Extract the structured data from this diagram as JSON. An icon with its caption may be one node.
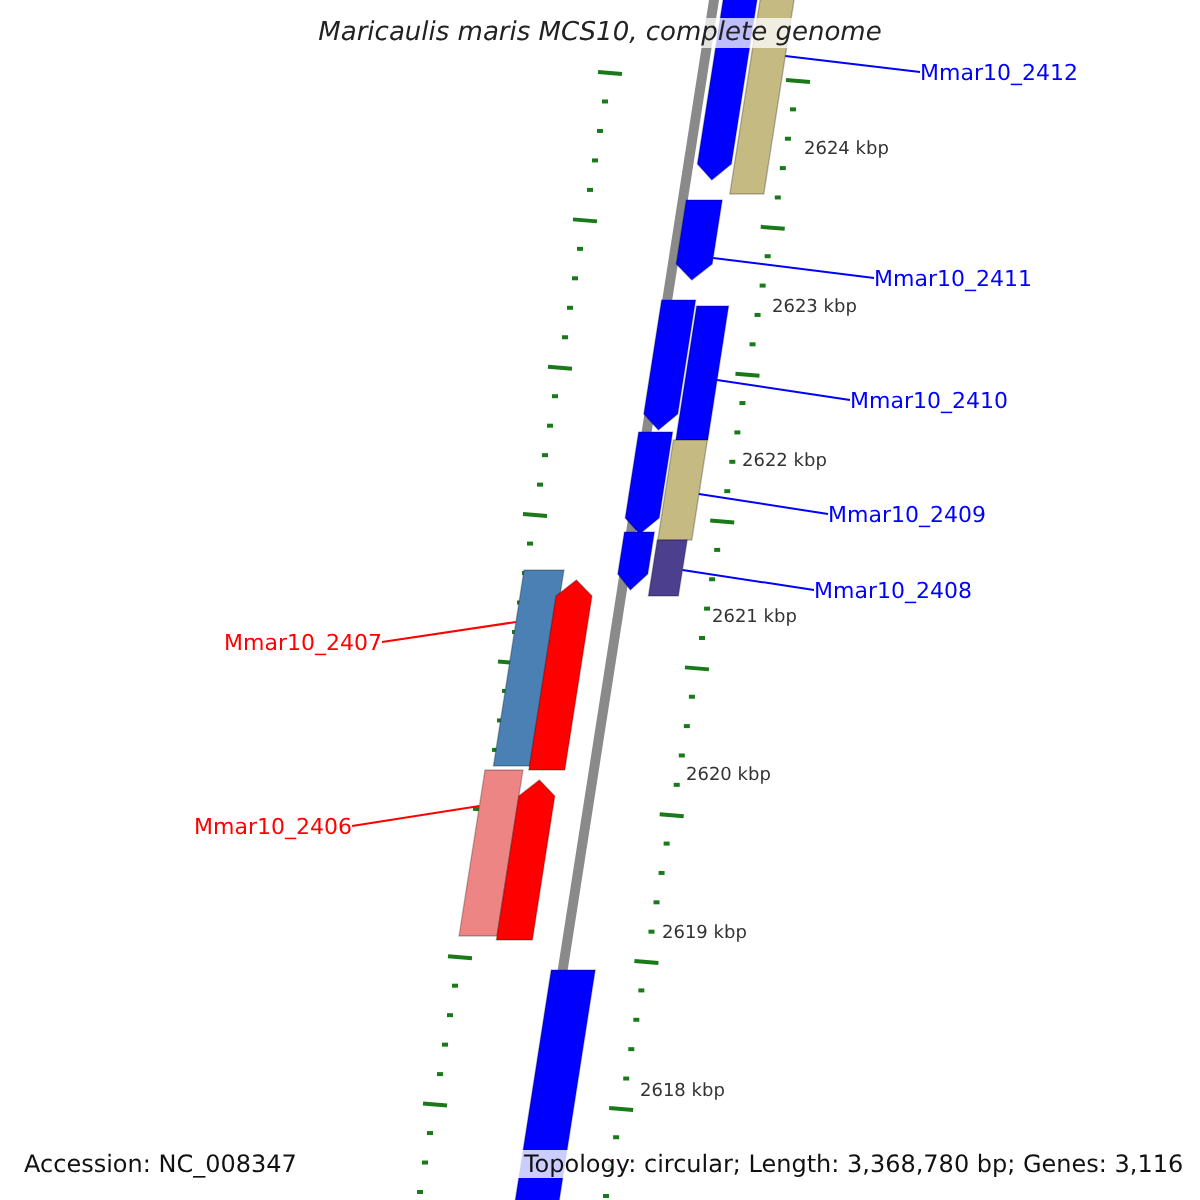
{
  "diagram": {
    "title": "Maricaulis maris MCS10, complete genome",
    "nodes": [
      {
        "text": [
          "Mmar10_2412"
        ]
      },
      {
        "text": [
          "Mmar10_2411"
        ]
      },
      {
        "text": [
          "Mmar10_2410"
        ]
      },
      {
        "text": [
          "Mmar10_2409"
        ]
      },
      {
        "text": [
          "Mmar10_2408"
        ]
      },
      {
        "text": [
          "Mmar10_2407"
        ]
      },
      {
        "text": [
          "Mmar10_2406"
        ]
      },
      {
        "text": [],
        "shape": "bar"
      },
      {
        "text": [],
        "shape": "bar"
      },
      {
        "text": [],
        "shape": "bar"
      },
      {
        "text": [],
        "shape": "bar"
      },
      {
        "text": [],
        "shape": "bar"
      },
      {
        "text": [],
        "shape": "bar"
      },
      {
        "text": [],
        "shape": "bar"
      },
      {
        "text": [],
        "shape": "bar"
      },
      {
        "text": [],
        "shape": "bar"
      },
      {
        "text": [],
        "shape": "bar"
      },
      {
        "text": [],
        "shape": "bar"
      },
      {
        "text": [],
        "shape": "bar"
      },
      {
        "text": [],
        "shape": "bar"
      },
      {
        "text": [],
        "shape": "bar"
      }
    ],
    "edges": [
      {
        "from": 0,
        "to": 8,
        "arrow": "none"
      },
      {
        "from": 1,
        "to": 9,
        "arrow": "none"
      },
      {
        "from": 2,
        "to": 11,
        "arrow": "none"
      },
      {
        "from": 3,
        "to": 13,
        "arrow": "none"
      },
      {
        "from": 4,
        "to": 15,
        "arrow": "none"
      },
      {
        "from": 5,
        "to": 16,
        "arrow": "none",
        "color": "#ff0000"
      },
      {
        "from": 6,
        "to": 18,
        "arrow": "none",
        "color": "#ff0000"
      }
    ],
    "labels": [
      "2624 kbp",
      "2623 kbp",
      "2622 kbp",
      "2621 kbp",
      "2620 kbp",
      "2619 kbp",
      "2618 kbp",
      "Accession: NC_008347",
      "Topology: circular; Length: 3,368,780 bp; Genes: 3,116"
    ]
  }
}
